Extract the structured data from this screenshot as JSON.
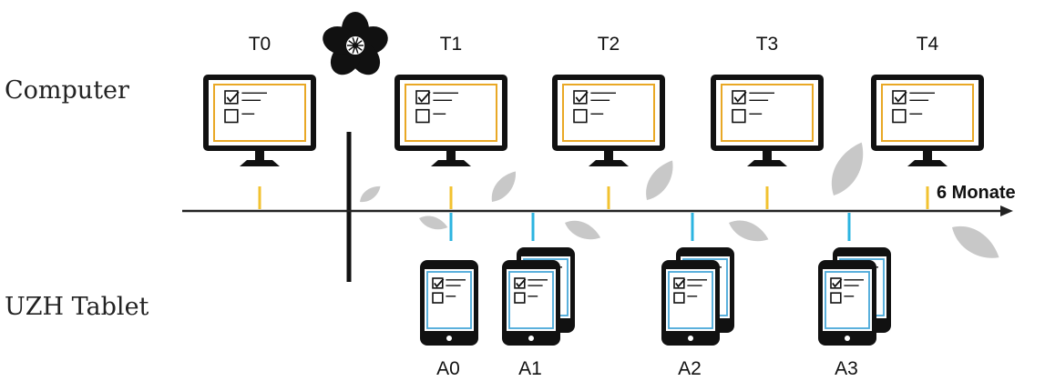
{
  "rows": {
    "computer_label": "Computer",
    "tablet_label": "UZH Tablet"
  },
  "timeline": {
    "duration_label": "6 Monate"
  },
  "computer_timepoints": [
    {
      "label": "T0"
    },
    {
      "label": "T1"
    },
    {
      "label": "T2"
    },
    {
      "label": "T3"
    },
    {
      "label": "T4"
    }
  ],
  "tablet_timepoints": [
    {
      "label": "A0",
      "stacked": false
    },
    {
      "label": "A1",
      "stacked": true
    },
    {
      "label": "A2",
      "stacked": true
    },
    {
      "label": "A3",
      "stacked": true
    }
  ],
  "colors": {
    "computer_tick": "#f2c230",
    "tablet_tick": "#2cb4e0",
    "monitor_border": "#e9a825",
    "tablet_border": "#48a8d8",
    "leaf": "#c8c8c8",
    "axis": "#222222"
  },
  "icons": {
    "computer": "monitor-checklist-icon",
    "tablet": "tablet-checklist-icon",
    "logo": "flower-logo-icon",
    "leaf": "leaf-icon"
  }
}
